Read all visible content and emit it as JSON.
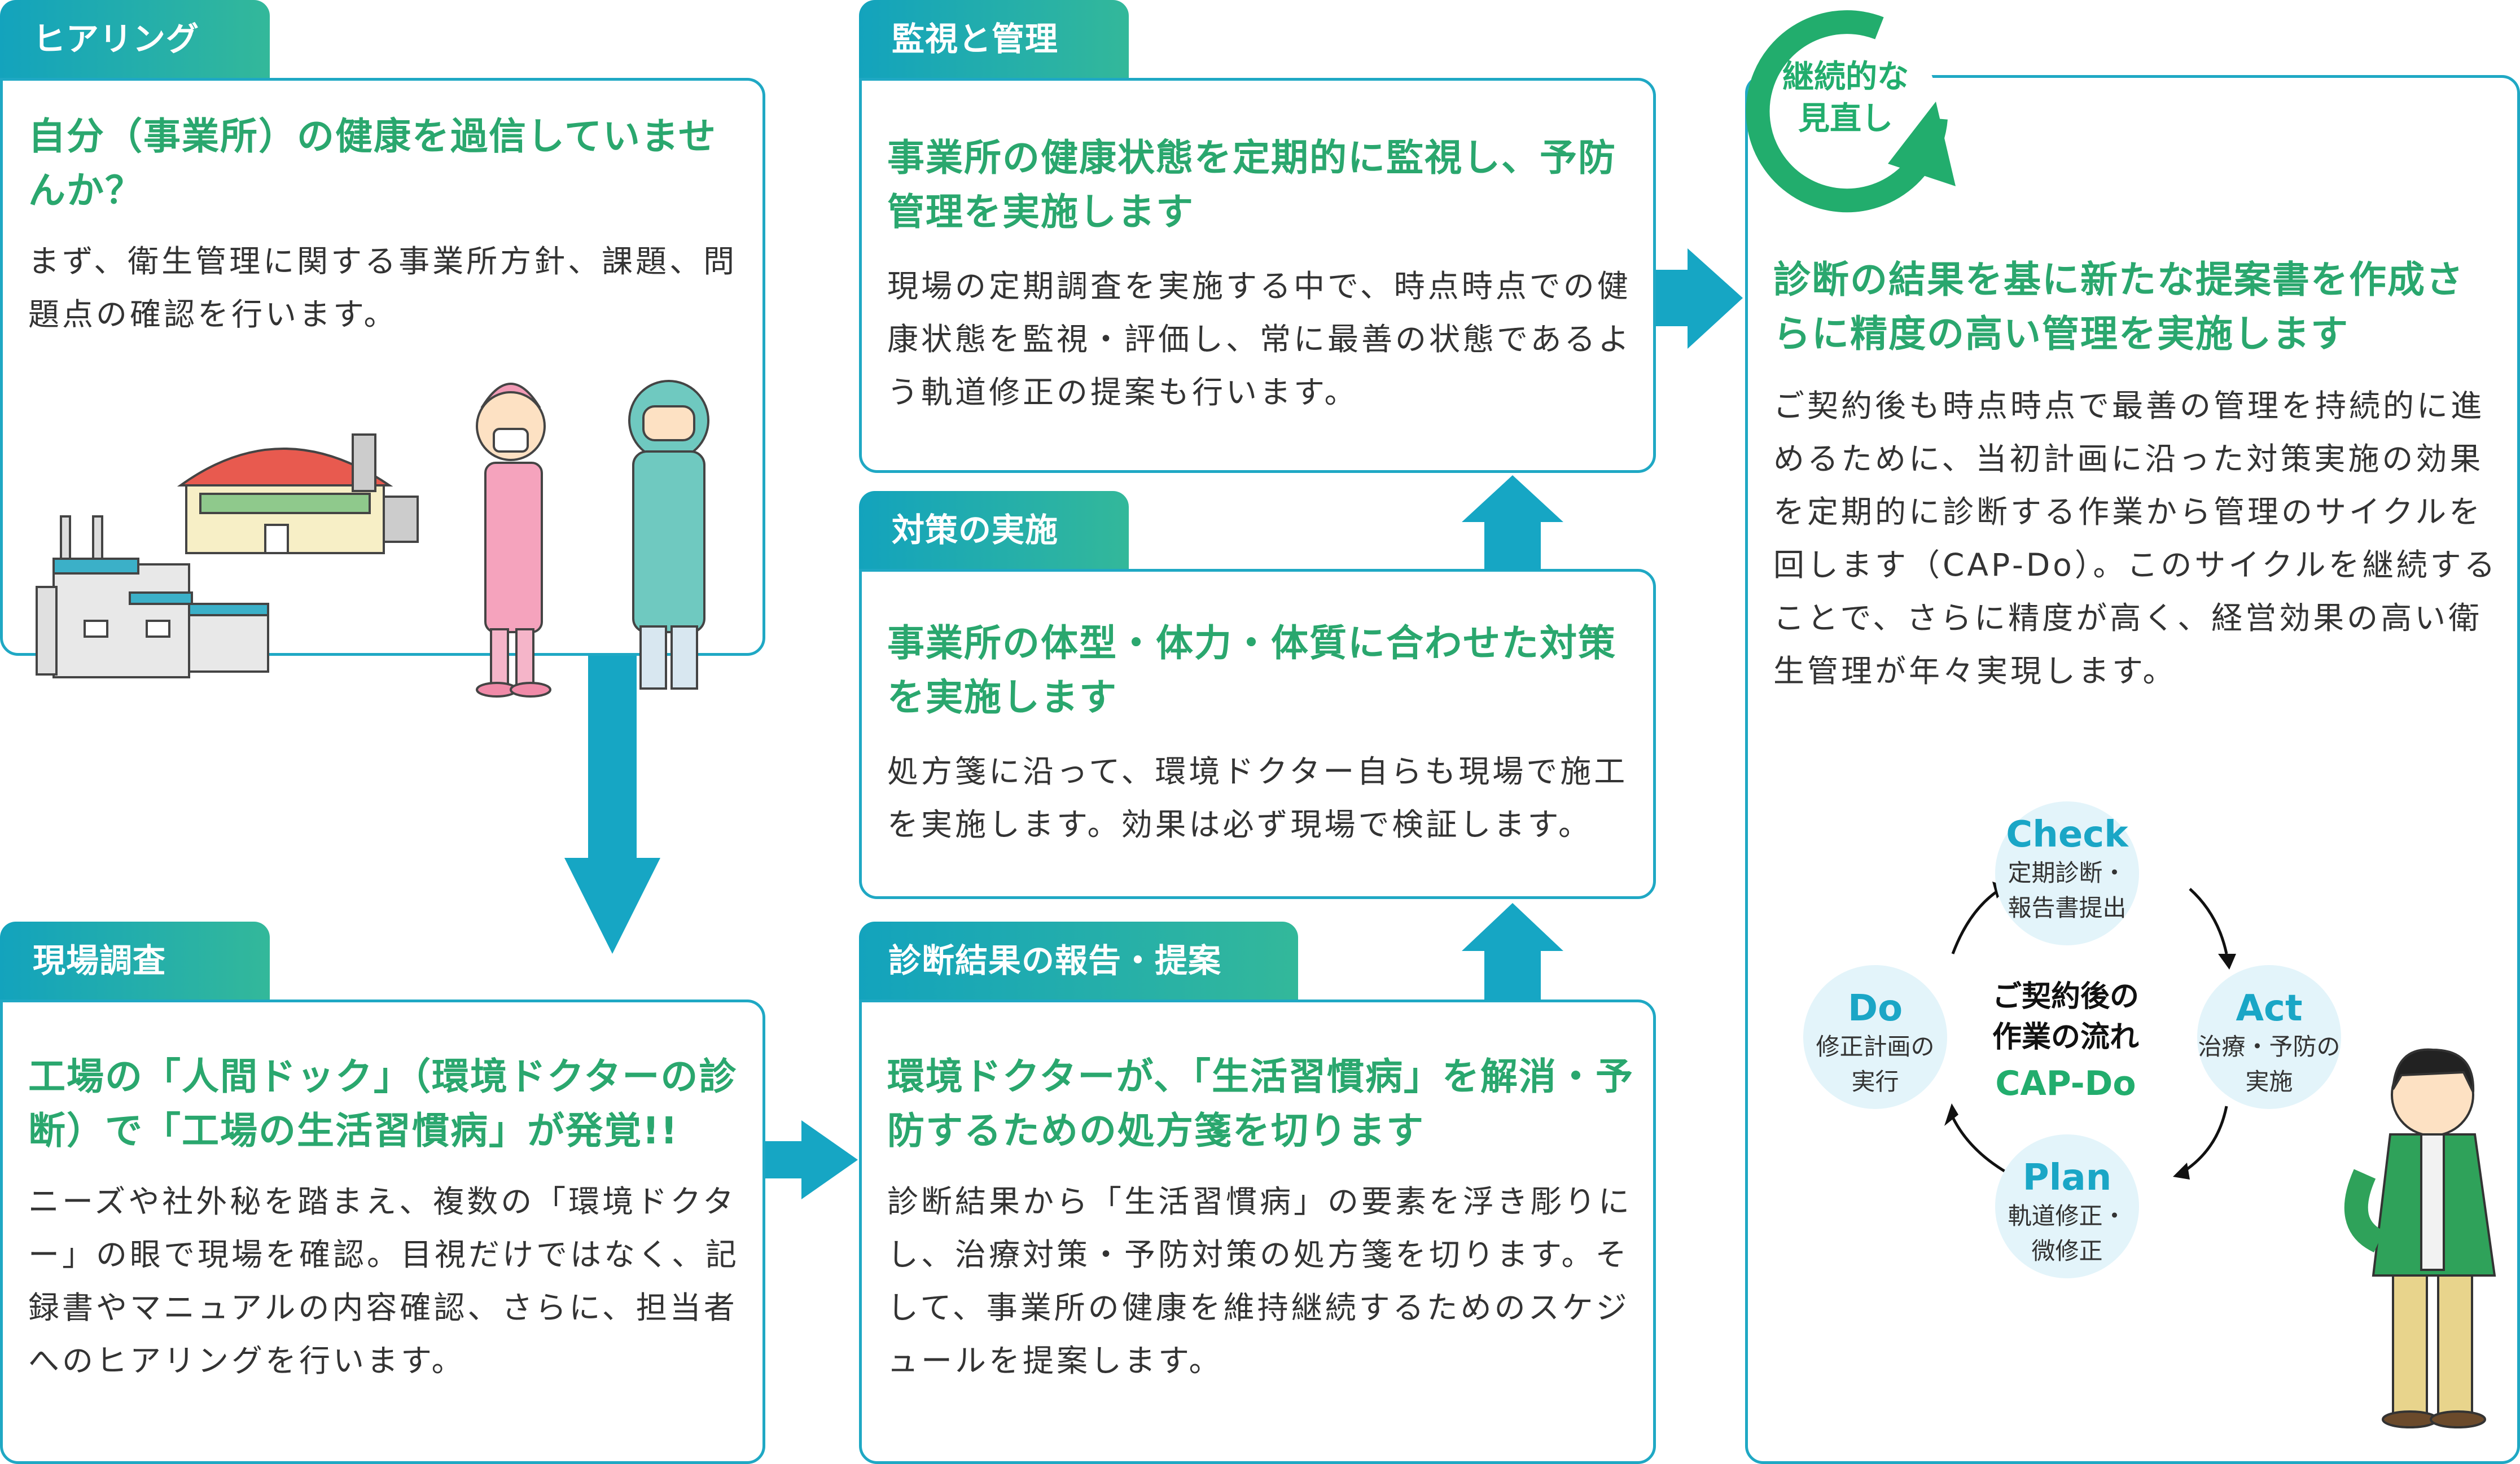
{
  "hearing": {
    "tab": "ヒアリング",
    "heading": "自分（事業所）の健康を過信していませんか？",
    "body": "まず、衛生管理に関する事業所方針、課題、問題点の確認を行います。"
  },
  "survey": {
    "tab": "現場調査",
    "heading": "工場の「人間ドック」（環境ドクターの診断）で「工場の生活習慣病」が発覚!!",
    "body": "ニーズや社外秘を踏まえ、複数の「環境ドクター」の眼で現場を確認。目視だけではなく、記録書やマニュアルの内容確認、さらに、担当者へのヒアリングを行います。"
  },
  "monitor": {
    "tab": "監視と管理",
    "heading": "事業所の健康状態を定期的に監視し、予防管理を実施します",
    "body": "現場の定期調査を実施する中で、時点時点での健康状態を監視・評価し、常に最善の状態であるよう軌道修正の提案も行います。"
  },
  "measures": {
    "tab": "対策の実施",
    "heading": "事業所の体型・体力・体質に合わせた対策を実施します",
    "body": "処方箋に沿って、環境ドクター自らも現場で施工を実施します。効果は必ず現場で検証します。"
  },
  "report": {
    "tab": "診断結果の報告・提案",
    "heading": "環境ドクターが、「生活習慣病」を解消・予防するための処方箋を切ります",
    "body": "診断結果から「生活習慣病」の要素を浮き彫りにし、治療対策・予防対策の処方箋を切ります。そして、事業所の健康を維持継続するためのスケジュールを提案します。"
  },
  "review": {
    "badge": "継続的な見直し",
    "heading": "診断の結果を基に新たな提案書を作成さらに精度の高い管理を実施します",
    "body": "ご契約後も時点時点で最善の管理を持続的に進めるために、当初計画に沿った対策実施の効果を定期的に診断する作業から管理のサイクルを回します（CAP-Do）。このサイクルを継続することで、さらに精度が高く、経営効果の高い衛生管理が年々実現します。"
  },
  "cycle": {
    "center_line1": "ご契約後の",
    "center_line2": "作業の流れ",
    "center_line3": "CAP-Do",
    "check": {
      "title": "Check",
      "line1": "定期診断・",
      "line2": "報告書提出"
    },
    "act": {
      "title": "Act",
      "line1": "治療・予防の",
      "line2": "実施"
    },
    "plan": {
      "title": "Plan",
      "line1": "軌道修正・",
      "line2": "微修正"
    },
    "do": {
      "title": "Do",
      "line1": "修正計画の",
      "line2": "実行"
    }
  },
  "colors": {
    "accent": "#1fa8c4",
    "heading": "#2aa76e",
    "arrow": "#16a6c4",
    "circle": "#e3f4fa"
  }
}
